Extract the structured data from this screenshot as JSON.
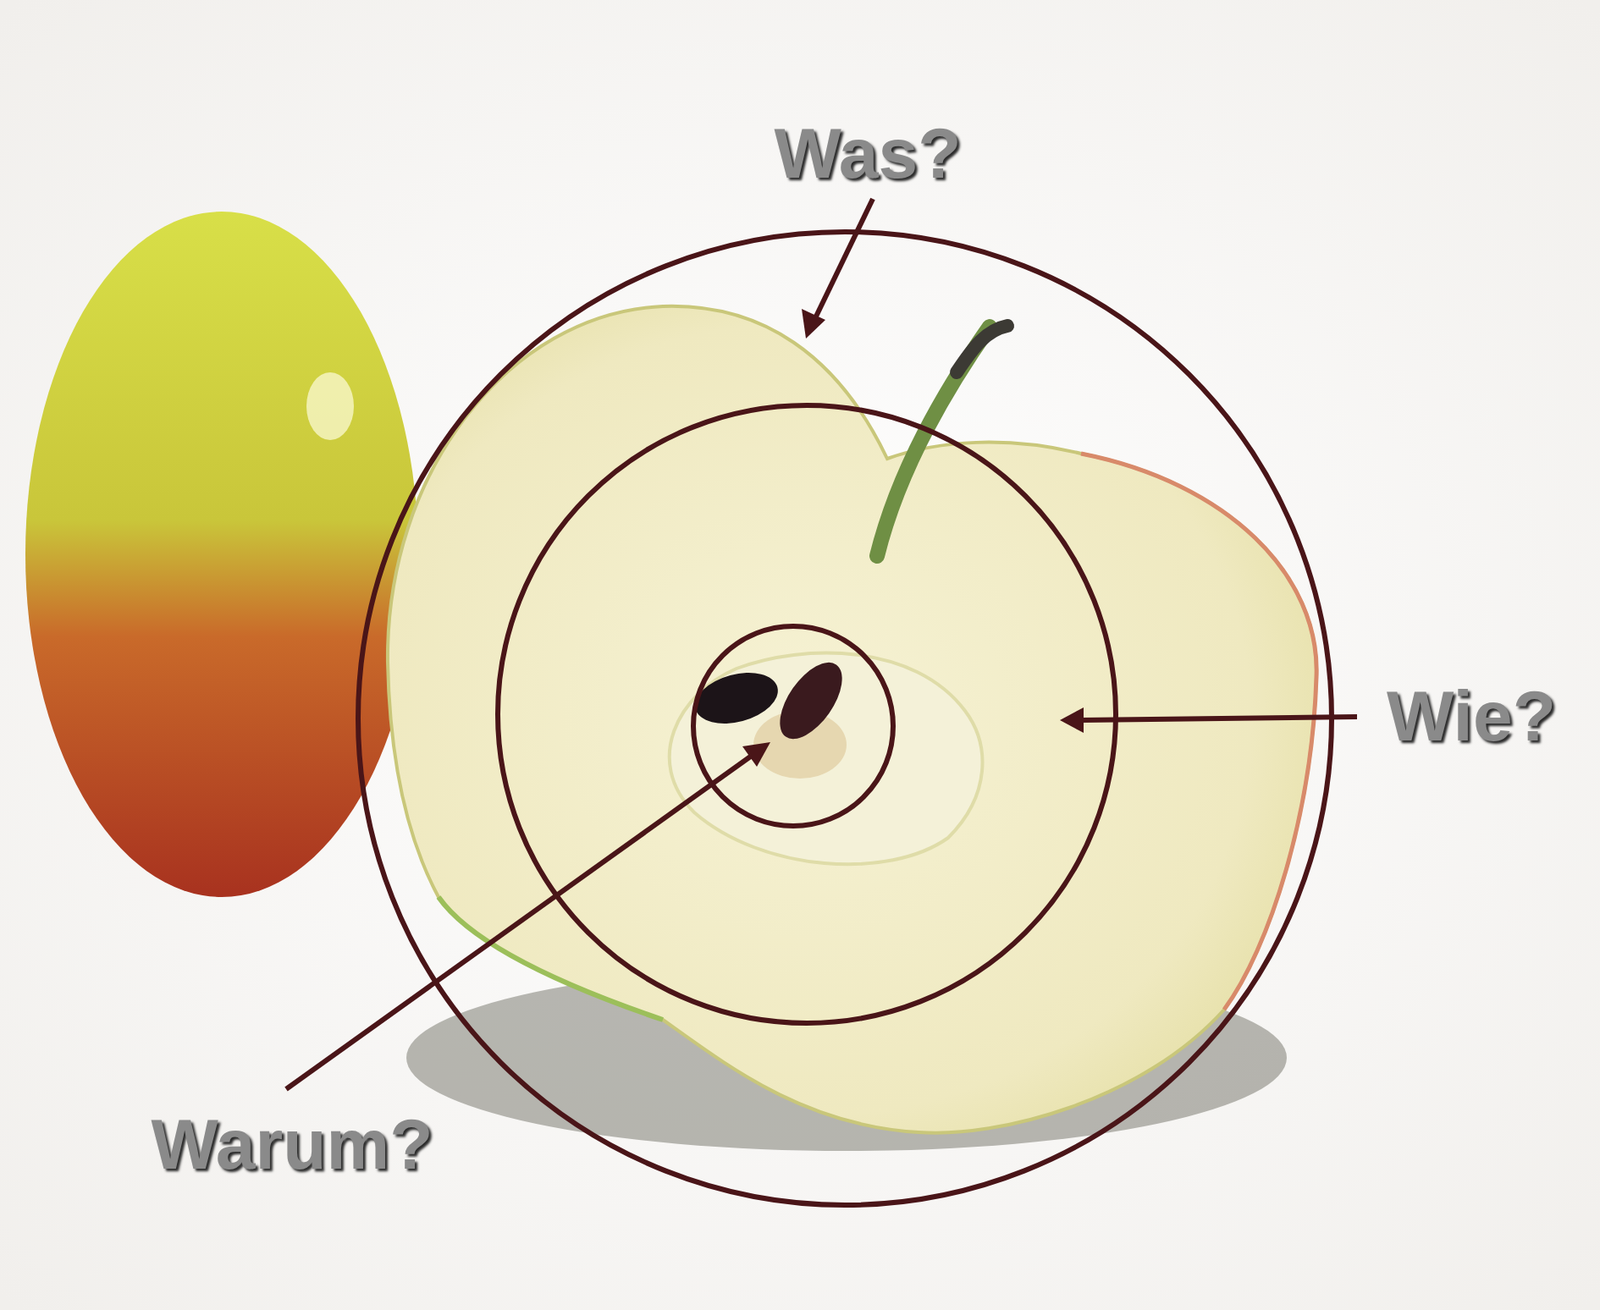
{
  "diagram": {
    "labels": [
      "Was?",
      "Wie?",
      "Warum?"
    ]
  }
}
